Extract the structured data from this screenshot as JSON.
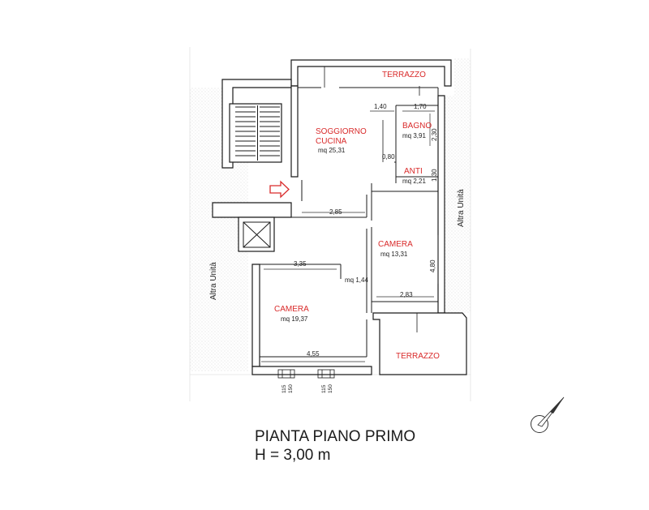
{
  "rooms": {
    "terrazzo_top": "TERRAZZO",
    "soggiorno_1": "SOGGIORNO",
    "soggiorno_2": "CUCINA",
    "soggiorno_area": "mq 25,31",
    "bagno": "BAGNO",
    "bagno_area": "mq 3,91",
    "anti": "ANTI",
    "anti_area": "mq 2,21",
    "camera_right": "CAMERA",
    "camera_right_area": "mq 13,31",
    "corridor_area": "mq 1,44",
    "camera_left": "CAMERA",
    "camera_left_area": "mq 19,37",
    "terrazzo_bottom": "TERRAZZO"
  },
  "dimensions": {
    "d140": "1,40",
    "d170": "1,70",
    "d230": "2,30",
    "d080": "0,80",
    "d130": "1,30",
    "d285": "2,85",
    "d335": "3,35",
    "d480": "4,80",
    "d283": "2,83",
    "d455": "4,55",
    "w115a": "115",
    "w150a": "150",
    "w115b": "115",
    "w150b": "150"
  },
  "neighbours": {
    "left": "Altra Unità",
    "right": "Altra Unità"
  },
  "title": {
    "line1": "PIANTA PIANO PRIMO",
    "line2": "H = 3,00 m"
  },
  "colors": {
    "room_label": "#d92b2b",
    "entrance_arrow": "#d92b2b",
    "walls": "#1b1b1b"
  },
  "icons": {
    "north": "north-arrow-icon",
    "entrance": "entrance-arrow-icon"
  }
}
